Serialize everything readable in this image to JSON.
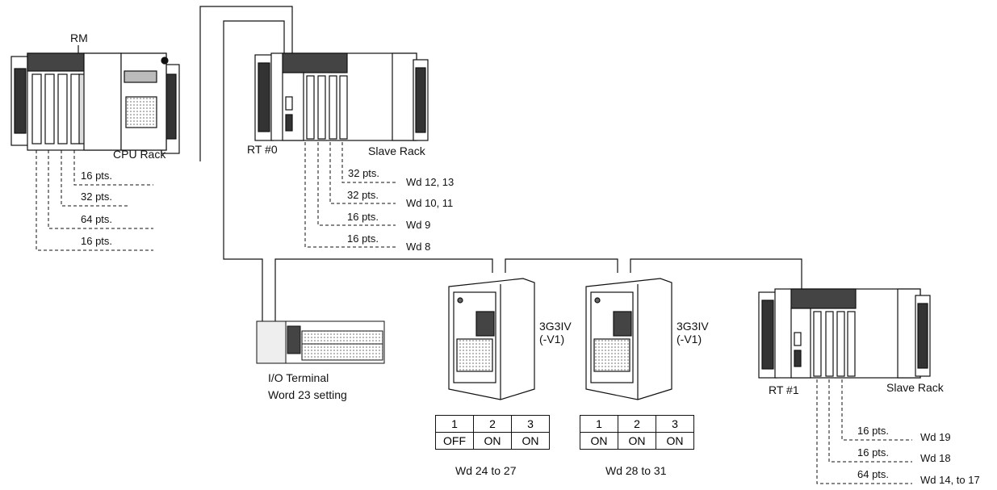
{
  "labels": {
    "rm": "RM",
    "cpu_rack": "CPU Rack",
    "rt0": "RT #0",
    "slave_rack_1": "Slave Rack",
    "rt1": "RT #1",
    "slave_rack_2": "Slave Rack",
    "io_terminal": "I/O Terminal",
    "io_setting": "Word 23 setting",
    "inv1_model": "3G3IV",
    "inv1_variant": "(-V1)",
    "inv2_model": "3G3IV",
    "inv2_variant": "(-V1)",
    "inv1_words": "Wd 24 to 27",
    "inv2_words": "Wd 28 to 31"
  },
  "cpu_units": [
    "16 pts.",
    "32 pts.",
    "64 pts.",
    "16 pts."
  ],
  "slave0_units": [
    {
      "pts": "32 pts.",
      "wd": "Wd 12, 13"
    },
    {
      "pts": "32 pts.",
      "wd": "Wd 10, 11"
    },
    {
      "pts": "16 pts.",
      "wd": "Wd 9"
    },
    {
      "pts": "16 pts.",
      "wd": "Wd 8"
    }
  ],
  "slave1_units": [
    {
      "pts": "16 pts.",
      "wd": "Wd 19"
    },
    {
      "pts": "16 pts.",
      "wd": "Wd 18"
    },
    {
      "pts": "64 pts.",
      "wd": "Wd 14, to 17"
    }
  ],
  "dip1": {
    "headers": [
      "1",
      "2",
      "3"
    ],
    "values": [
      "OFF",
      "ON",
      "ON"
    ]
  },
  "dip2": {
    "headers": [
      "1",
      "2",
      "3"
    ],
    "values": [
      "ON",
      "ON",
      "ON"
    ]
  }
}
